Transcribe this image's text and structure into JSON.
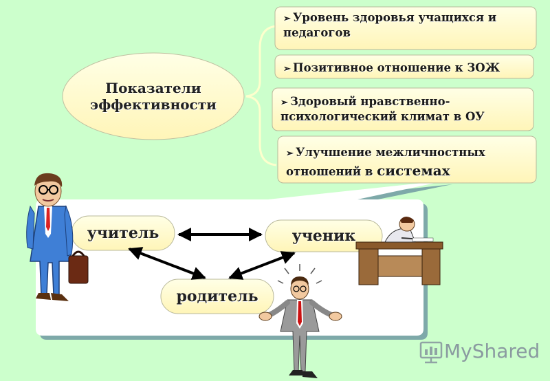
{
  "center_label_line1": "Показатели",
  "center_label_line2": "эффективности",
  "indicators": [
    {
      "bullet": "➢",
      "line1": "Уровень здоровья учащихся и",
      "line2": "педагогов"
    },
    {
      "bullet": "➢",
      "line1": "Позитивное отношение к ЗОЖ",
      "line2": ""
    },
    {
      "bullet": "➢",
      "line1": "Здоровый нравственно-",
      "line2": "психологический климат в ОУ"
    },
    {
      "bullet": "➢",
      "line1": "Улучшение межличностных",
      "line2_prefix": "отношений в ",
      "line2_big": "системах"
    }
  ],
  "nodes": {
    "teacher": "учитель",
    "student": "ученик",
    "parent": "родитель"
  },
  "watermark": "MyShared",
  "colors": {
    "background": "#ccffcc",
    "box_fill": "#ffffcc",
    "panel_fill": "#ffffff",
    "panel_shadow": "#7ea9a9",
    "arrow": "#000000"
  },
  "icons": [
    "teacher-figure-icon",
    "student-at-desk-icon",
    "confused-parent-icon",
    "myshared-logo-icon"
  ]
}
